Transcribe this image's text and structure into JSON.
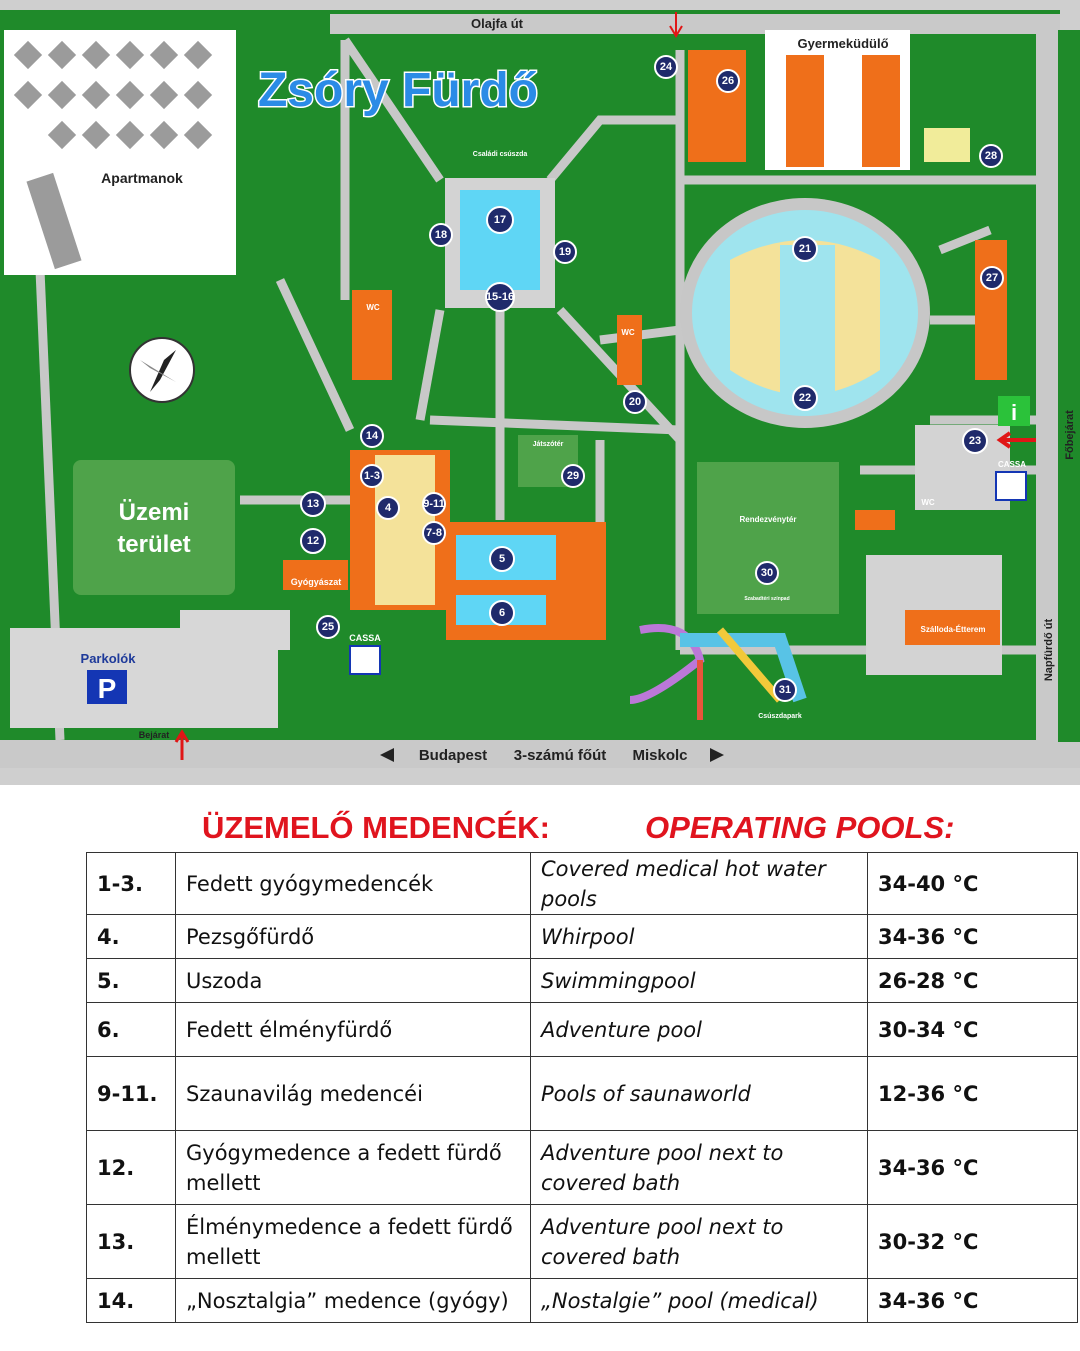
{
  "map": {
    "title": "Zsóry Fürdő",
    "roads": {
      "top": "Olajfa út",
      "bottom_left": "Budapest",
      "bottom_mid": "3-számú főút",
      "bottom_right": "Miskolc",
      "right_vertical": "Napfürdő út",
      "main_entrance": "Főbejárat"
    },
    "areas": {
      "apartments": "Apartmanok",
      "works_line1": "Üzemi",
      "works_line2": "terület",
      "parking": "Parkolók",
      "parking_sign": "P",
      "entrance": "Bejárat",
      "children_camp": "Gyermeküdülő",
      "family_slide": "Családi csúszda",
      "playground": "Játszótér",
      "event_square": "Rendezvénytér",
      "free_stage": "Szabadtéri színpad",
      "slide_park": "Csúszdapark",
      "hotel_restaurant": "Szálloda-Étterem",
      "medical": "Gyógyászat",
      "cassa": "CASSA",
      "wc": "WC",
      "info": "i"
    },
    "pins": [
      "24",
      "26",
      "28",
      "17",
      "18",
      "19",
      "15-16",
      "21",
      "22",
      "27",
      "23",
      "20",
      "14",
      "1-3",
      "4",
      "9-11",
      "7-8",
      "13",
      "12",
      "5",
      "6",
      "29",
      "30",
      "25",
      "31"
    ]
  },
  "pools": {
    "heading_hu": "ÜZEMELŐ MEDENCÉK:",
    "heading_en": "OPERATING POOLS:",
    "degree": "°C",
    "rows": [
      {
        "num": "1-3.",
        "hu": "Fedett gyógymedencék",
        "en": "Covered medical hot water pools",
        "temp": "34-40"
      },
      {
        "num": "4.",
        "hu": "Pezsgőfürdő",
        "en": "Whirpool",
        "temp": "34-36"
      },
      {
        "num": "5.",
        "hu": "Uszoda",
        "en": "Swimmingpool",
        "temp": "26-28"
      },
      {
        "num": "6.",
        "hu": "Fedett élményfürdő",
        "en": "Adventure pool",
        "temp": "30-34"
      },
      {
        "num": "9-11.",
        "hu": "Szaunavilág medencéi",
        "en": "Pools of saunaworld",
        "temp": "12-36"
      },
      {
        "num": "12.",
        "hu": "Gyógymedence a fedett fürdő mellett",
        "en": "Adventure pool next to covered bath",
        "temp": "34-36"
      },
      {
        "num": "13.",
        "hu": "Élménymedence a fedett fürdő mellett",
        "en": "Adventure pool next to covered bath",
        "temp": "30-32"
      },
      {
        "num": "14.",
        "hu": "„Nosztalgia” medence (gyógy)",
        "en": "„Nostalgie” pool (medical)",
        "temp": "34-36"
      }
    ]
  }
}
